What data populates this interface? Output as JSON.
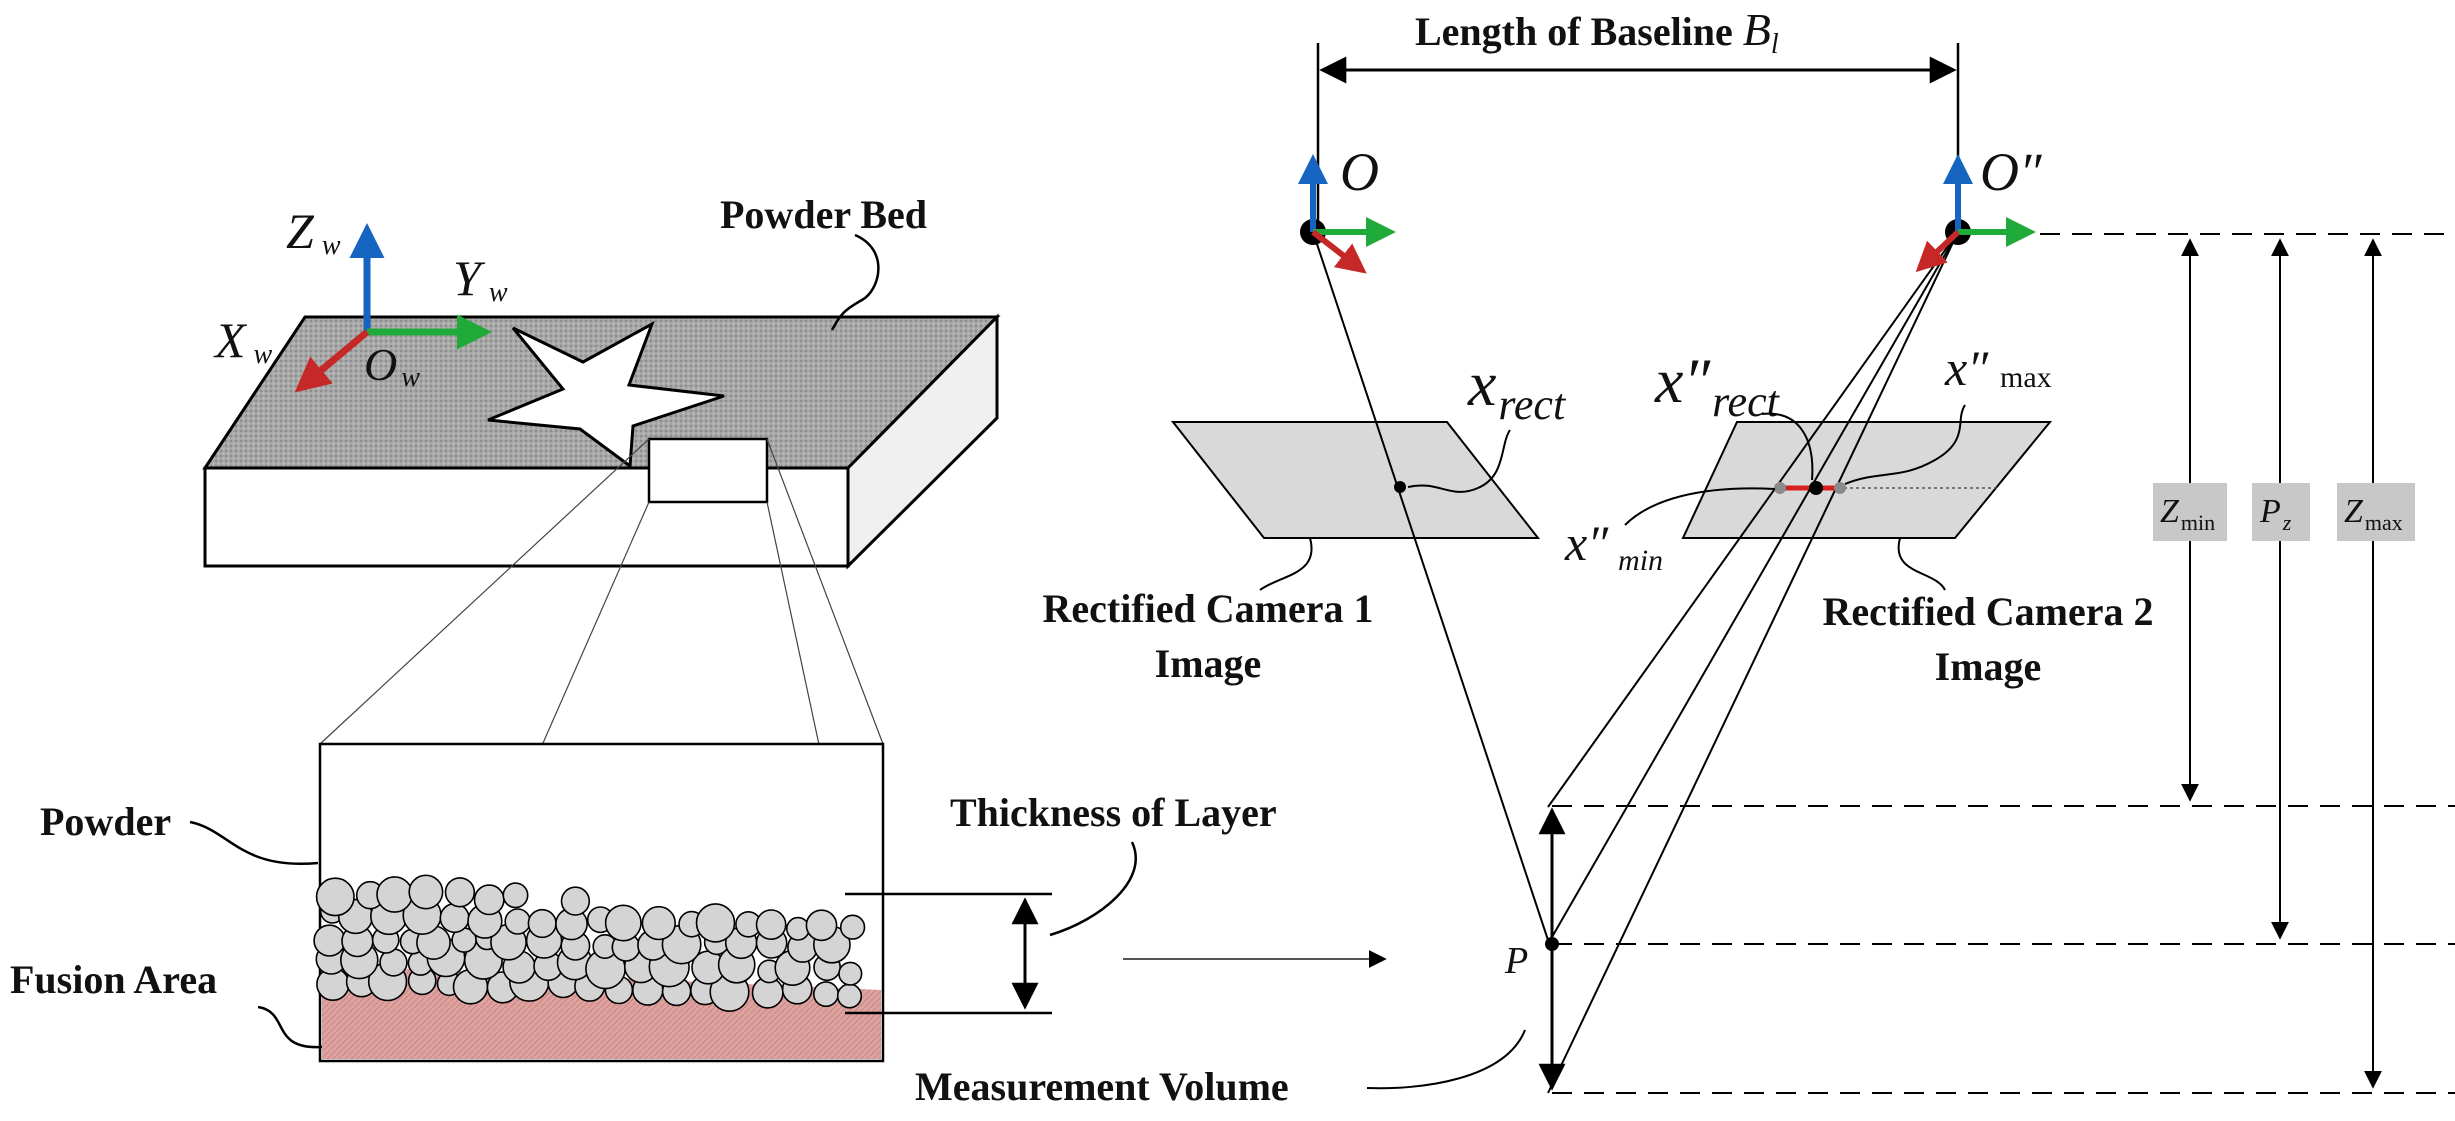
{
  "left_panel": {
    "powder_bed_label": "Powder Bed",
    "axes": {
      "z_letter": "Z",
      "z_sub": "w",
      "y_letter": "Y",
      "y_sub": "w",
      "x_letter": "X",
      "x_sub": "w",
      "o_letter": "O",
      "o_sub": "w"
    },
    "powder_label": "Powder",
    "fusion_area_label": "Fusion Area",
    "thickness_label": "Thickness of Layer"
  },
  "right_panel": {
    "baseline_label": "Length of Baseline ",
    "baseline_symbol": "B",
    "baseline_sub": "l",
    "camera1_origin": "O",
    "camera2_origin": "O″",
    "x_rect": "x",
    "x_rect_sub": "rect",
    "x2_rect": "x″",
    "x2_rect_sub": "rect",
    "x2_max": "x″",
    "x2_max_sub": "max",
    "x2_min": "x″",
    "x2_min_sub": "min",
    "camera1_label_line1": "Rectified Camera 1",
    "camera1_label_line2": "Image",
    "camera2_label_line1": "Rectified Camera 2",
    "camera2_label_line2": "Image",
    "point_label": "P",
    "measurement_volume_label": "Measurement Volume",
    "zmin_letter": "Z",
    "zmin_sub": "min",
    "pz_letter": "P",
    "pz_sub": "z",
    "zmax_letter": "Z",
    "zmax_sub": "max"
  },
  "colors": {
    "axis_z": "#1565c0",
    "axis_y": "#1faa3a",
    "axis_x": "#c62828",
    "fusion_fill": "#dea3a0",
    "bed_top": "#a9a9a9",
    "image_plane": "#d9d9d9",
    "tag_fill": "#c8c8c8"
  }
}
